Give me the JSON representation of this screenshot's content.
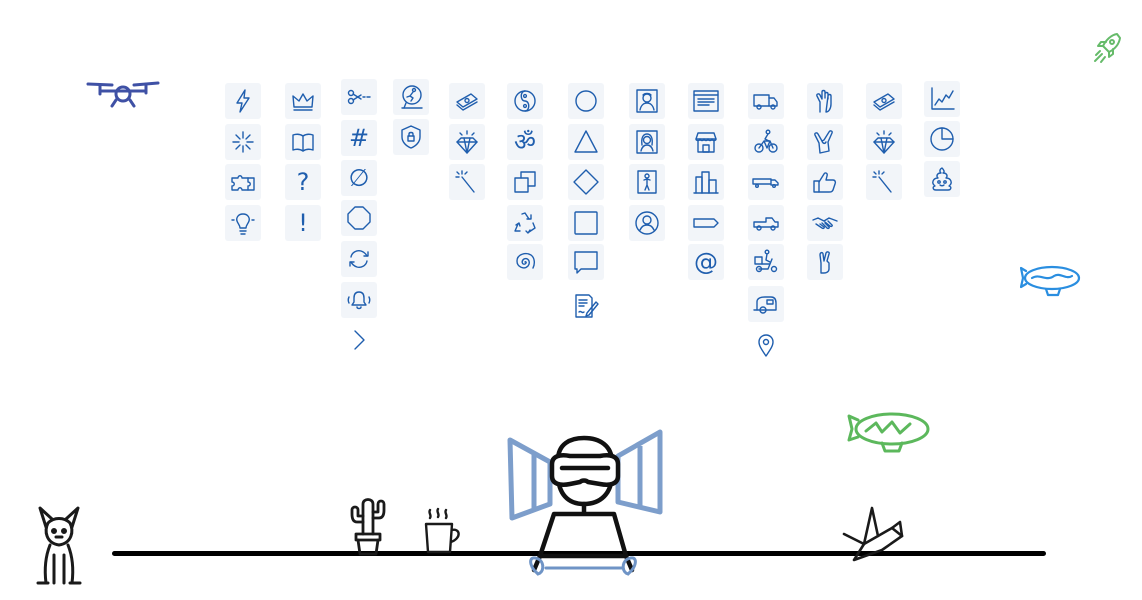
{
  "colors": {
    "icon_stroke": "#1f5eae",
    "tile_background": "#f2f5f9",
    "drone": "#3f51a5",
    "rocket": "#66bb6a",
    "blimp_blue": "#2a8ee0",
    "blimp_green": "#5cb85c",
    "figure_blue": "#6f94c6",
    "ground_line": "#000000"
  },
  "icon_grid": {
    "columns": [
      {
        "id": "col1",
        "icons": [
          "lightning-icon",
          "sparkle-burst-icon",
          "puzzle-icon",
          "lightbulb-icon"
        ]
      },
      {
        "id": "col2",
        "icons": [
          "crown-icon",
          "open-book-icon",
          "question-mark-icon",
          "exclamation-mark-icon"
        ]
      },
      {
        "id": "col3",
        "icons": [
          "scissors-cut-icon",
          "hashtag-icon",
          "empty-set-icon",
          "stop-octagon-icon",
          "refresh-icon",
          "bell-ringing-icon",
          "chevron-right-icon"
        ]
      },
      {
        "id": "col4",
        "icons": [
          "hamster-wheel-icon",
          "security-shield-lock-icon"
        ]
      },
      {
        "id": "col5",
        "icons": [
          "money-stack-icon",
          "diamond-sparkle-icon",
          "magic-wand-icon"
        ]
      },
      {
        "id": "col6",
        "icons": [
          "yin-yang-icon",
          "om-symbol-icon",
          "duplicate-squares-icon",
          "recycle-icon",
          "spiral-icon"
        ]
      },
      {
        "id": "col7",
        "icons": [
          "circle-shape-icon",
          "triangle-shape-icon",
          "diamond-shape-icon",
          "square-shape-icon",
          "speech-square-icon",
          "contract-signing-icon"
        ]
      },
      {
        "id": "col8",
        "icons": [
          "portrait-man-icon",
          "portrait-woman-icon",
          "portrait-full-body-icon",
          "user-circle-icon"
        ]
      },
      {
        "id": "col9",
        "icons": [
          "browser-window-icon",
          "storefront-icon",
          "city-buildings-icon",
          "tag-shape-icon",
          "at-sign-icon"
        ]
      },
      {
        "id": "col10",
        "icons": [
          "delivery-truck-icon",
          "bicycle-rider-icon",
          "long-trailer-truck-icon",
          "pickup-truck-icon",
          "scooter-delivery-icon",
          "camper-trailer-icon",
          "map-pin-icon"
        ]
      },
      {
        "id": "col11",
        "icons": [
          "hand-pinch-icon",
          "rock-on-hand-icon",
          "thumbs-up-icon",
          "handshake-icon",
          "fingers-crossed-icon"
        ]
      },
      {
        "id": "col12",
        "icons": [
          "money-stack-icon",
          "diamond-sparkle-icon",
          "magic-wand-icon"
        ]
      },
      {
        "id": "col13",
        "icons": [
          "line-chart-icon",
          "pie-chart-icon",
          "poop-emoji-icon"
        ]
      }
    ],
    "glyphs": {
      "hashtag": "#",
      "empty_set": "∅",
      "question": "?",
      "exclamation": "!",
      "chevron": ">",
      "at_sign": "@",
      "om": "ॐ"
    }
  },
  "illustrations": [
    "drone-icon",
    "rocket-icon",
    "blimp-blue-icon",
    "blimp-green-icon",
    "vr-headset-person-icon",
    "cactus-icon",
    "coffee-cup-icon",
    "dog-icon",
    "origami-bird-icon"
  ]
}
